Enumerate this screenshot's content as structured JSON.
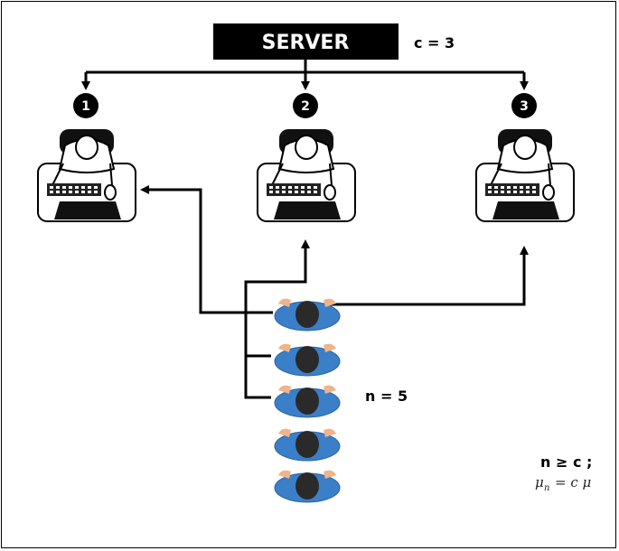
{
  "server": {
    "label": "SERVER",
    "capacity_label": "c = 3"
  },
  "workstations": [
    {
      "number": "1"
    },
    {
      "number": "2"
    },
    {
      "number": "3"
    }
  ],
  "queue": {
    "count_label": "n = 5",
    "customers": 5
  },
  "condition": {
    "line1": "n ≥ c ;",
    "mu_n": "μ",
    "mu_n_sub": "n",
    "equals_rhs": "= c μ"
  },
  "colors": {
    "customer_body": "#3a7fc8",
    "customer_head": "#2a2a2a",
    "hands": "#f0b48a",
    "ink": "#000000"
  }
}
